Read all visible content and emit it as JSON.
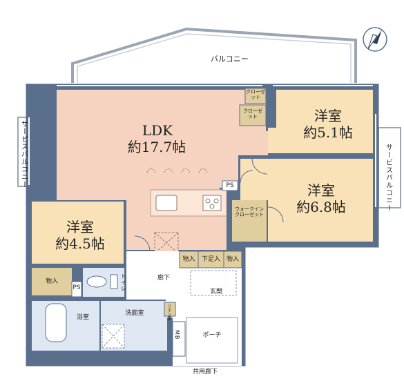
{
  "rooms": {
    "ldk": {
      "name": "LDK",
      "area": "約17.7帖"
    },
    "western_1": {
      "name": "洋室",
      "area": "約5.1帖"
    },
    "western_2": {
      "name": "洋室",
      "area": "約6.8帖"
    },
    "western_3": {
      "name": "洋室",
      "area": "約4.5帖"
    }
  },
  "labels": {
    "balcony": "バルコニー",
    "service_balcony_left": "サービスバルコニー",
    "service_balcony_right": "サービスバルコニー",
    "closet_1": "クローゼット",
    "closet_2": "クローゼット",
    "walkin_closet": "ウォークインクローゼット",
    "ps_1": "PS",
    "ps_2": "PS",
    "storage_1": "物入",
    "storage_2": "物入",
    "storage_3": "物入",
    "shoe_storage": "下足入",
    "toilet": "トイレ",
    "hallway": "廊下",
    "entrance": "玄関",
    "bathroom": "浴室",
    "washroom": "洗面室",
    "linen": "リネン庫",
    "mb": "MB",
    "porch": "ポーチ",
    "common_corridor": "共用廊下"
  },
  "colors": {
    "room_fill": "#f9e2b8",
    "ldk_fill": "#f6d3c0",
    "storage_fill": "#e0ce9e",
    "wet_fill": "#dfe7f3",
    "wall": "#5a6f8c",
    "hall_fill": "#ffffff"
  },
  "compass": {
    "icon": "north-compass-icon"
  }
}
